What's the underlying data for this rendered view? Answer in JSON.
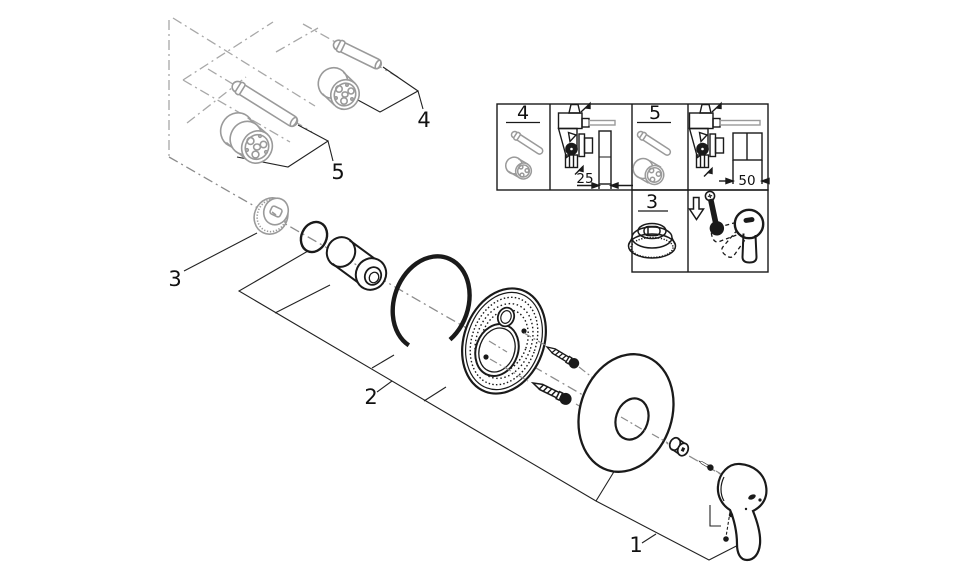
{
  "callouts": {
    "c1": "1",
    "c2": "2",
    "c3": "3",
    "c4": "4",
    "c5": "5"
  },
  "inset": {
    "panel4": "4",
    "panel5": "5",
    "panel3": "3",
    "dim25": "25",
    "dim50": "50"
  },
  "colors": {
    "line": "#1a1a1a",
    "gray": "#9a9a9a",
    "background": "#ffffff"
  }
}
